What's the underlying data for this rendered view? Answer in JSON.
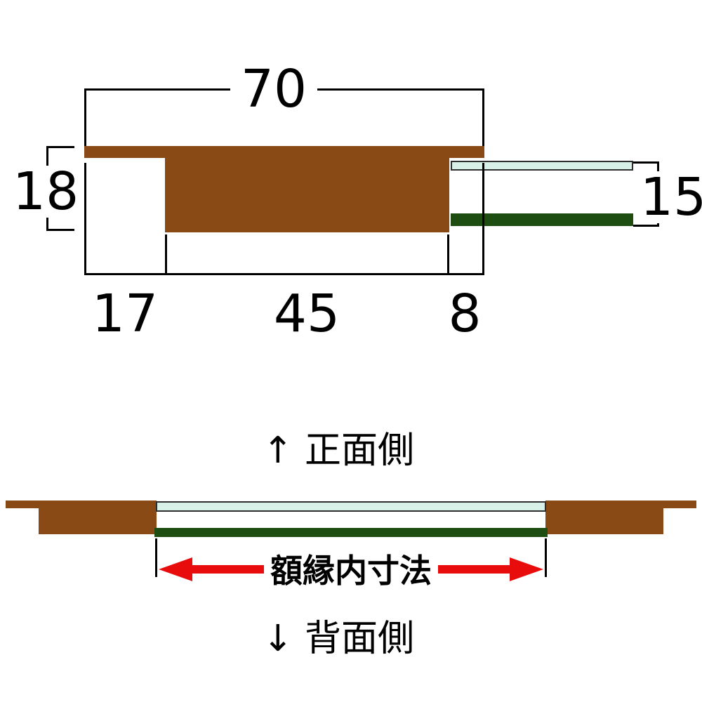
{
  "diagram": {
    "type": "picture-frame-moulding-cross-section",
    "colors": {
      "frame_brown": "#8A4A15",
      "backing_green": "#1E4D12",
      "glass_cyan": "#D7F1E9",
      "arrow_red": "#E80C0C",
      "line_black": "#000000"
    },
    "profile": {
      "width_total": "70",
      "height_left": "18",
      "height_right": "15",
      "seg_left": "17",
      "seg_mid": "45",
      "seg_right": "8"
    },
    "labels": {
      "front_side": "↑ 正面側",
      "back_side": "↓ 背面側",
      "inner_width": "額縁内寸法"
    }
  }
}
